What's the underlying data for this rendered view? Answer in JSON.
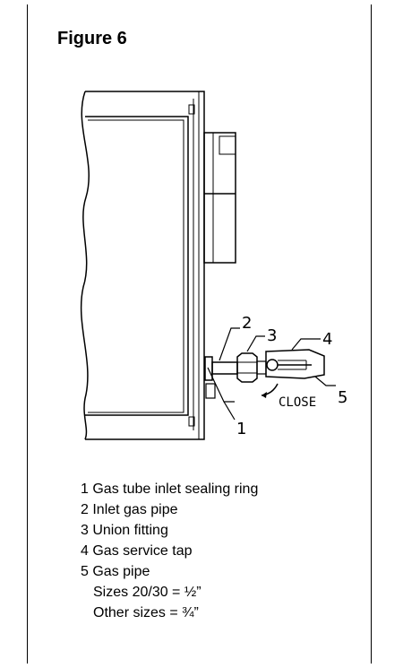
{
  "figure": {
    "title": "Figure 6"
  },
  "callouts": {
    "c1": "1",
    "c2": "2",
    "c3": "3",
    "c4": "4",
    "c5": "5"
  },
  "close_label": "CLOSE",
  "legend": {
    "items": [
      "1 Gas tube inlet sealing ring",
      "2 Inlet gas pipe",
      "3 Union fitting",
      "4 Gas service tap",
      "5 Gas pipe"
    ],
    "sizes": [
      "Sizes 20/30 = ½”",
      "Other sizes = ¾”"
    ]
  }
}
